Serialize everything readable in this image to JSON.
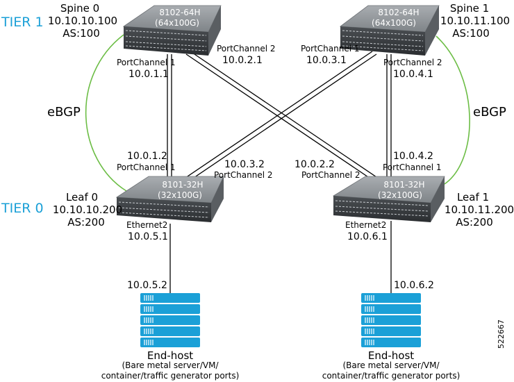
{
  "colors": {
    "tier": "#1ba0d7",
    "ebgp_link": "#6cbd45",
    "server": "#1ba0d7",
    "switch_top": "#8f9397"
  },
  "tiers": {
    "tier1": "TIER 1",
    "tier0": "TIER 0"
  },
  "ebgp_label": "eBGP",
  "spines": [
    {
      "name": "Spine 0",
      "ip": "10.10.10.100",
      "as": "AS:100",
      "model": "8102-64H",
      "ports": "(64x100G)"
    },
    {
      "name": "Spine 1",
      "ip": "10.10.11.100",
      "as": "AS:100",
      "model": "8102-64H",
      "ports": "(64x100G)"
    }
  ],
  "leaves": [
    {
      "name": "Leaf 0",
      "ip": "10.10.10.200",
      "as": "AS:200",
      "model": "8101-32H",
      "ports": "(32x100G)"
    },
    {
      "name": "Leaf 1",
      "ip": "10.10.11.200",
      "as": "AS:200",
      "model": "8101-32H",
      "ports": "(32x100G)"
    }
  ],
  "links": {
    "s0_pc1": {
      "name": "PortChannel 1",
      "ip": "10.0.1.1"
    },
    "s0_pc2": {
      "name": "PortChannel 2",
      "ip": "10.0.2.1"
    },
    "s1_pc1": {
      "name": "PortChannel 1",
      "ip": "10.0.3.1"
    },
    "s1_pc2": {
      "name": "PortChannel 2",
      "ip": "10.0.4.1"
    },
    "l0_pc1": {
      "name": "PortChannel 1",
      "ip": "10.0.1.2"
    },
    "l0_pc2": {
      "name": "PortChannel 2",
      "ip": "10.0.3.2"
    },
    "l1_pc2": {
      "name": "PortChannel 2",
      "ip": "10.0.2.2"
    },
    "l1_pc1": {
      "name": "PortChannel 1",
      "ip": "10.0.4.2"
    },
    "l0_eth": {
      "name": "Ethernet2",
      "ip": "10.0.5.1"
    },
    "l1_eth": {
      "name": "Ethernet2",
      "ip": "10.0.6.1"
    }
  },
  "hosts": [
    {
      "ip": "10.0.5.2",
      "title": "End-host",
      "desc1": "(Bare metal server/VM/",
      "desc2": "container/traffic generator ports)"
    },
    {
      "ip": "10.0.6.2",
      "title": "End-host",
      "desc1": "(Bare metal server/VM/",
      "desc2": "container/traffic generator ports)"
    }
  ],
  "figure_id": "522667"
}
